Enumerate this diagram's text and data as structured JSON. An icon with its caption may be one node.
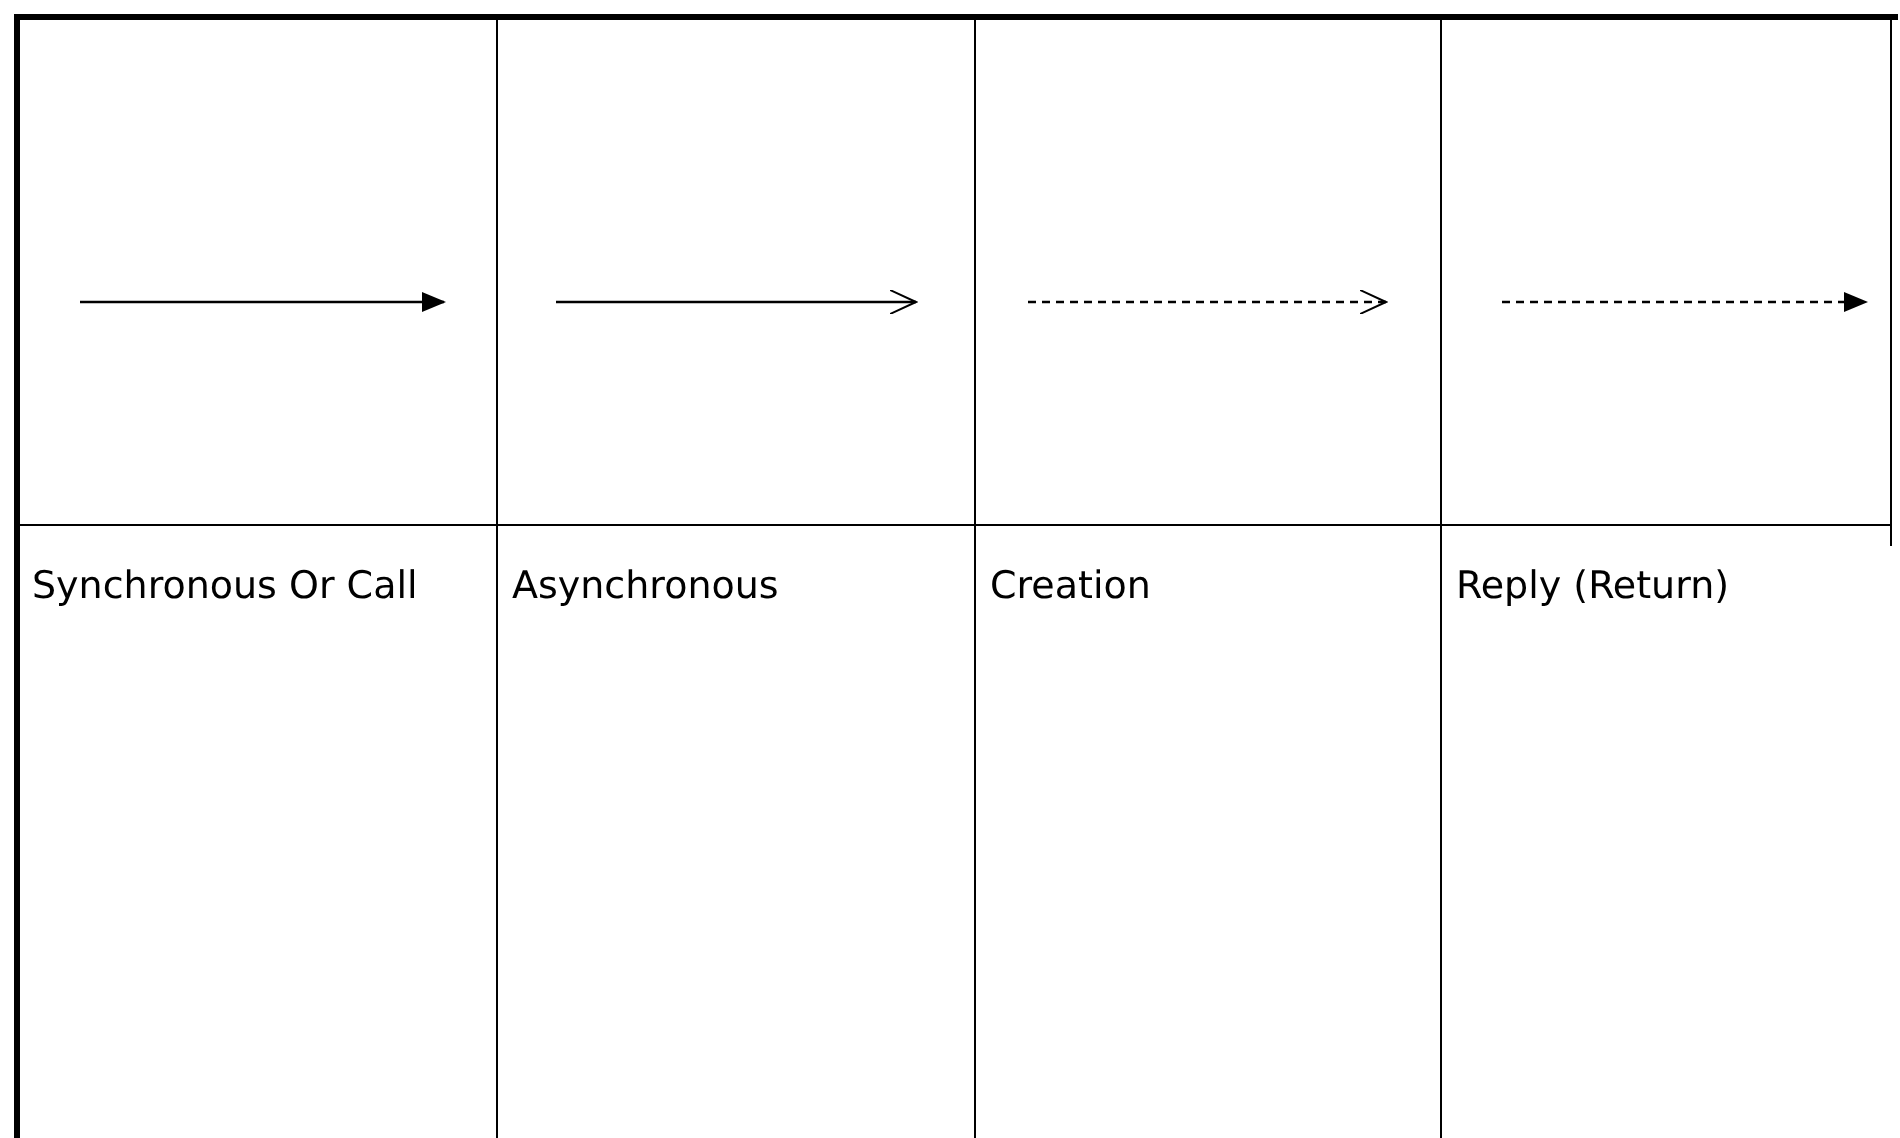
{
  "diagram": {
    "legend": [
      {
        "text": "Synchronous Or Call"
      },
      {
        "text": "Asynchronous"
      },
      {
        "text": "Creation"
      },
      {
        "text": "Reply (Return)"
      }
    ]
  }
}
